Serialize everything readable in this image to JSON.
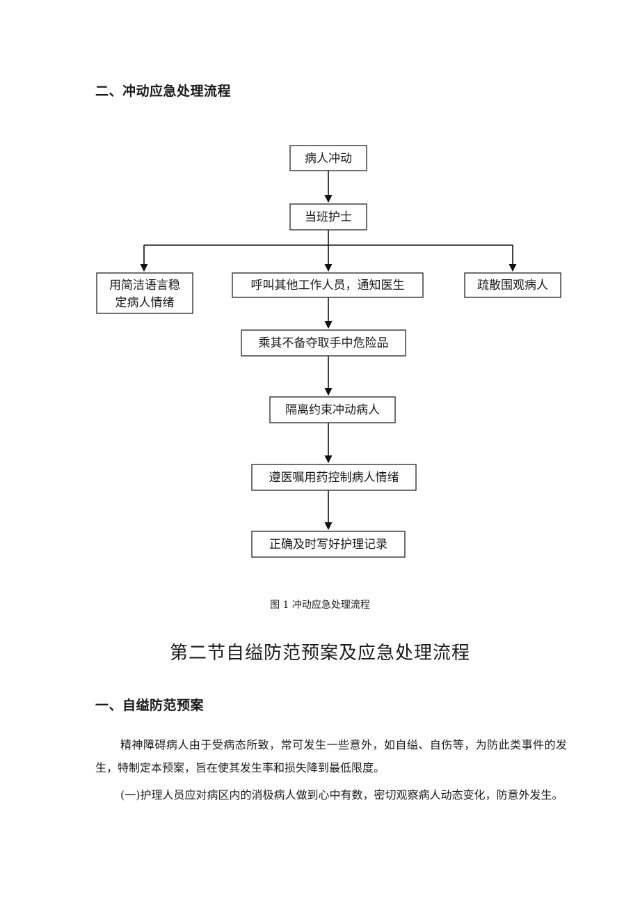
{
  "heading_impulse": "二、冲动应急处理流程",
  "flowchart": {
    "nodes": {
      "n1": "病人冲动",
      "n2": "当班护士",
      "left_l1": "用简洁语言稳",
      "left_l2": "定病人情绪",
      "center": "呼叫其他工作人员，通知医生",
      "right": "疏散围观病人",
      "n4": "乘其不备夺取手中危险品",
      "n5": "隔离约束冲动病人",
      "n6": "遵医嘱用药控制病人情绪",
      "n7": "正确及时写好护理记录"
    }
  },
  "figure_caption": "图 1 冲动应急处理流程",
  "section_title": "第二节自缢防范预案及应急处理流程",
  "heading_suicide": "一、自缢防范预案",
  "paragraphs": [
    "精神障碍病人由于受病态所致，常可发生一些意外，如自缢、自伤等，为防此类事件的发生，特制定本预案，旨在使其发生率和损失降到最低限度。",
    "(一)护理人员应对病区内的消极病人做到心中有数，密切观察病人动态变化，防意外发生。"
  ]
}
